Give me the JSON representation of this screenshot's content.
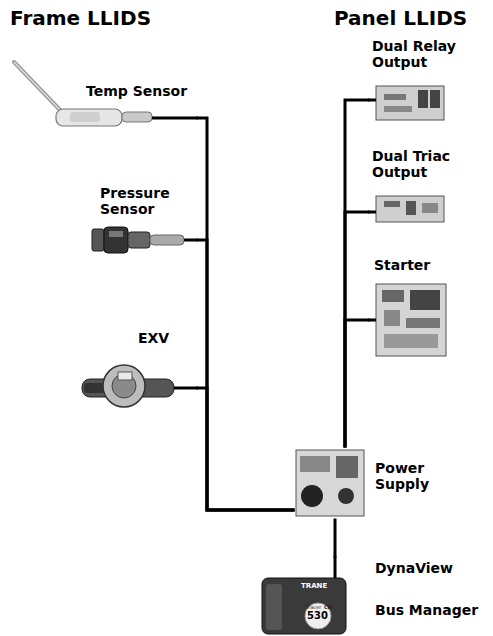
{
  "diagram": {
    "nodes": [
      {
        "text": [
          "Temp Sensor"
        ]
      },
      {
        "text": [
          "Pressure Sensor"
        ]
      },
      {
        "text": [
          "EXV"
        ]
      },
      {
        "text": [
          "Dual Relay Output"
        ]
      },
      {
        "text": [
          "Dual Triac Output"
        ]
      },
      {
        "text": [
          "Starter"
        ]
      },
      {
        "text": [
          "Power Supply"
        ]
      },
      {
        "text": [
          "DynaView",
          "Bus Manager"
        ]
      }
    ],
    "edges": [
      {
        "from": 0,
        "to": 6,
        "arrow": "none"
      },
      {
        "from": 1,
        "to": 6,
        "arrow": "none"
      },
      {
        "from": 2,
        "to": 6,
        "arrow": "none"
      },
      {
        "from": 3,
        "to": 6,
        "arrow": "none"
      },
      {
        "from": 4,
        "to": 6,
        "arrow": "none"
      },
      {
        "from": 5,
        "to": 6,
        "arrow": "none"
      },
      {
        "from": 6,
        "to": 7,
        "arrow": "none"
      }
    ],
    "labels": [
      "Frame LLIDS",
      "Panel LLIDS",
      "TRANE",
      "Tracer",
      "CH",
      "530"
    ]
  }
}
